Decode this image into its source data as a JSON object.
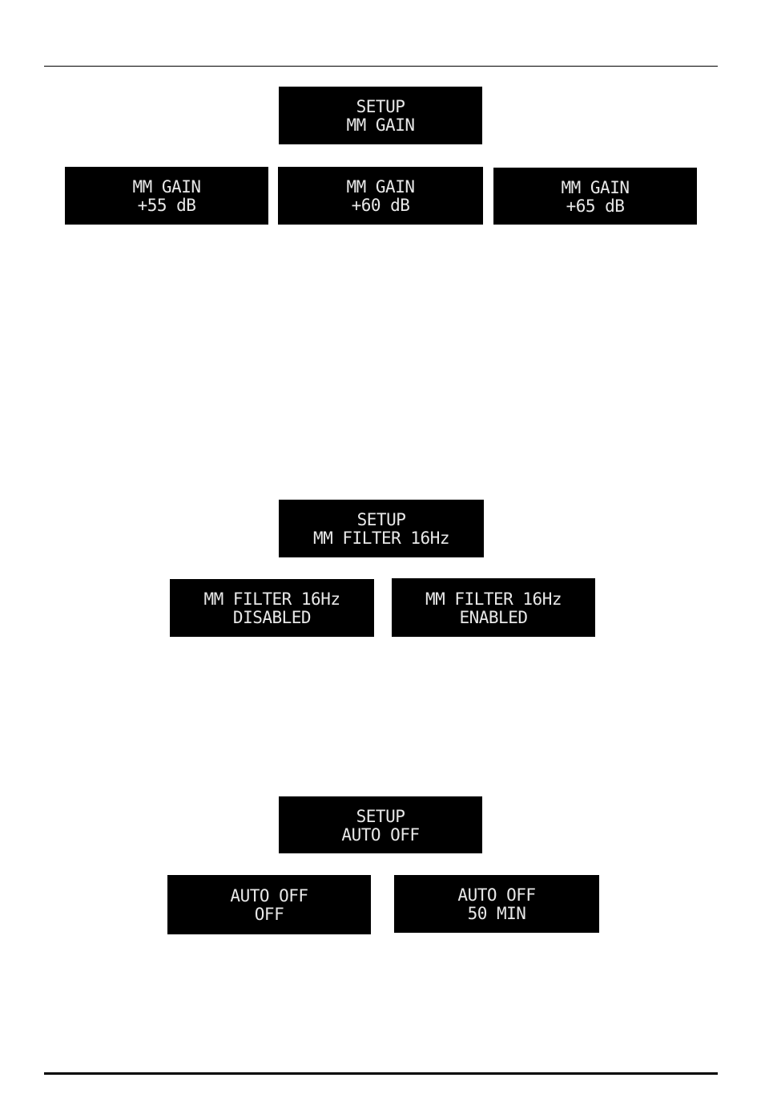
{
  "section_gain": {
    "setup": {
      "line1": "SETUP",
      "line2": "MM GAIN"
    },
    "options": [
      {
        "line1": "MM GAIN",
        "line2": "+55 dB"
      },
      {
        "line1": "MM GAIN",
        "line2": "+60 dB"
      },
      {
        "line1": "MM GAIN",
        "line2": "+65 dB"
      }
    ]
  },
  "section_filter": {
    "setup": {
      "line1": "SETUP",
      "line2": "MM FILTER 16Hz"
    },
    "options": [
      {
        "line1": "MM FILTER 16Hz",
        "line2": "DISABLED"
      },
      {
        "line1": "MM FILTER 16Hz",
        "line2": "ENABLED"
      }
    ]
  },
  "section_auto_off": {
    "setup": {
      "line1": "SETUP",
      "line2": "AUTO OFF"
    },
    "options": [
      {
        "line1": "AUTO OFF",
        "line2": "OFF"
      },
      {
        "line1": "AUTO OFF",
        "line2": "50 MIN"
      }
    ]
  },
  "colors": {
    "display_background": "#000000",
    "display_text": "#e8e8e8",
    "page_background": "#ffffff"
  }
}
